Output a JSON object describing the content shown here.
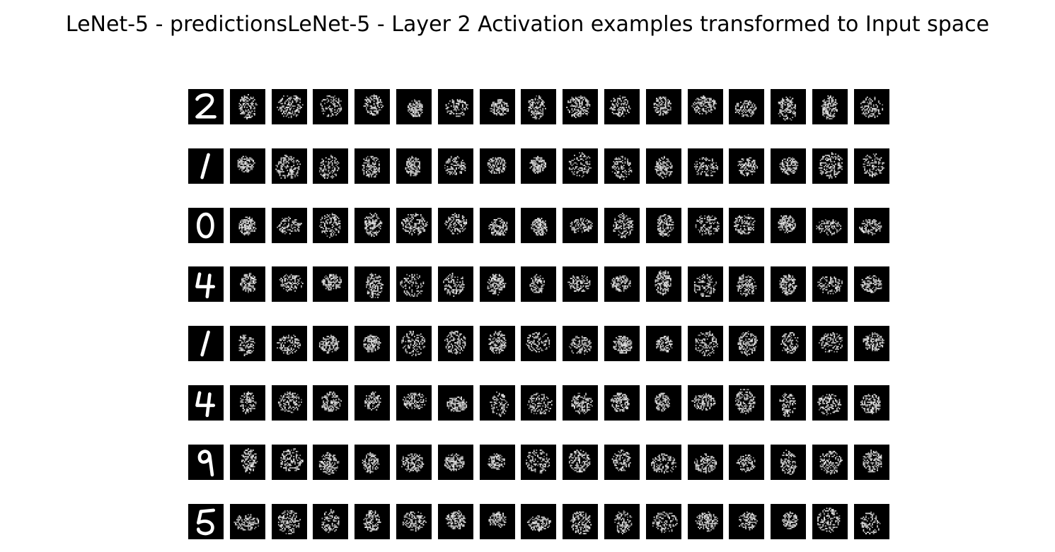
{
  "figure": {
    "title": "LeNet-5 - predictionsLeNet-5 - Layer 2 Activation examples transformed to Input space",
    "rows": 8,
    "columns": 17,
    "digits": [
      "2",
      "1",
      "0",
      "4",
      "1",
      "4",
      "9",
      "5"
    ],
    "tile_background": "#000000",
    "stroke_color": "#ffffff",
    "activation_color": "#e6e6e6"
  }
}
